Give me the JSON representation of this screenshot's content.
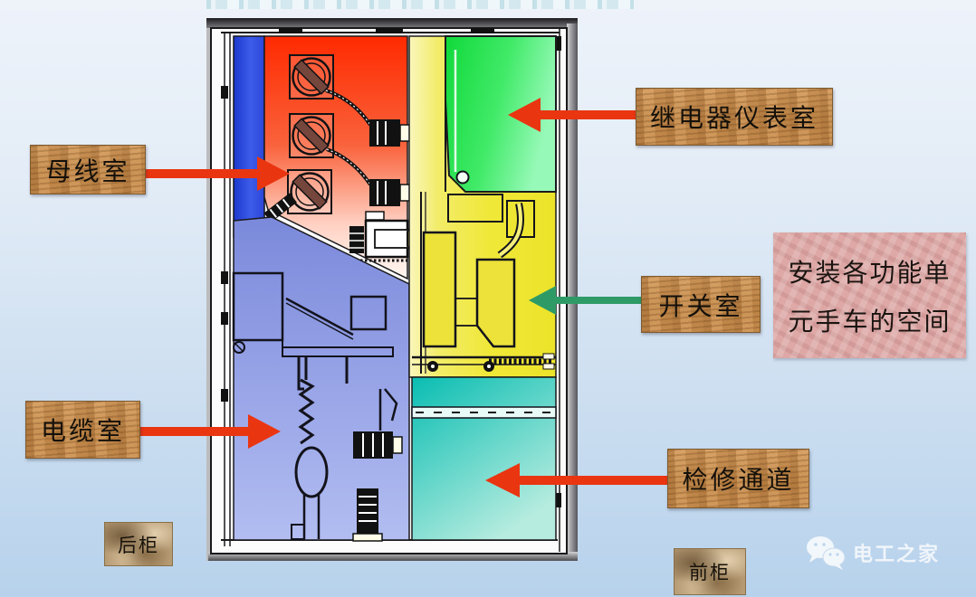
{
  "slide": {
    "topic": "switchgear-cabinet-compartments",
    "background_top": "#eef3fa",
    "background_bottom": "#b7d2ec"
  },
  "labels": {
    "busbar_room": "母线室",
    "relay_instrument_room": "继电器仪表室",
    "switch_room": "开关室",
    "cable_room": "电缆室",
    "maintenance_aisle": "检修通道",
    "rear_cabinet": "后柜",
    "front_cabinet": "前柜"
  },
  "note": {
    "line1": "安装各功能单",
    "line2": "元手车的空间"
  },
  "watermark": {
    "icon": "wechat-icon",
    "text": "电工之家"
  },
  "colors": {
    "arrow_red": "#ea3511",
    "arrow_green": "#2e9b67",
    "busbar_compartment": "#ff2f00",
    "cable_compartment": "#8b98e2",
    "switch_compartment": "#f0e83a",
    "relay_compartment": "#1edc44",
    "aisle_compartment": "#23c5b6",
    "rear_panel_blue": "#2c49da",
    "label_wood": "#c98f52",
    "note_pink": "#dda8a6"
  }
}
